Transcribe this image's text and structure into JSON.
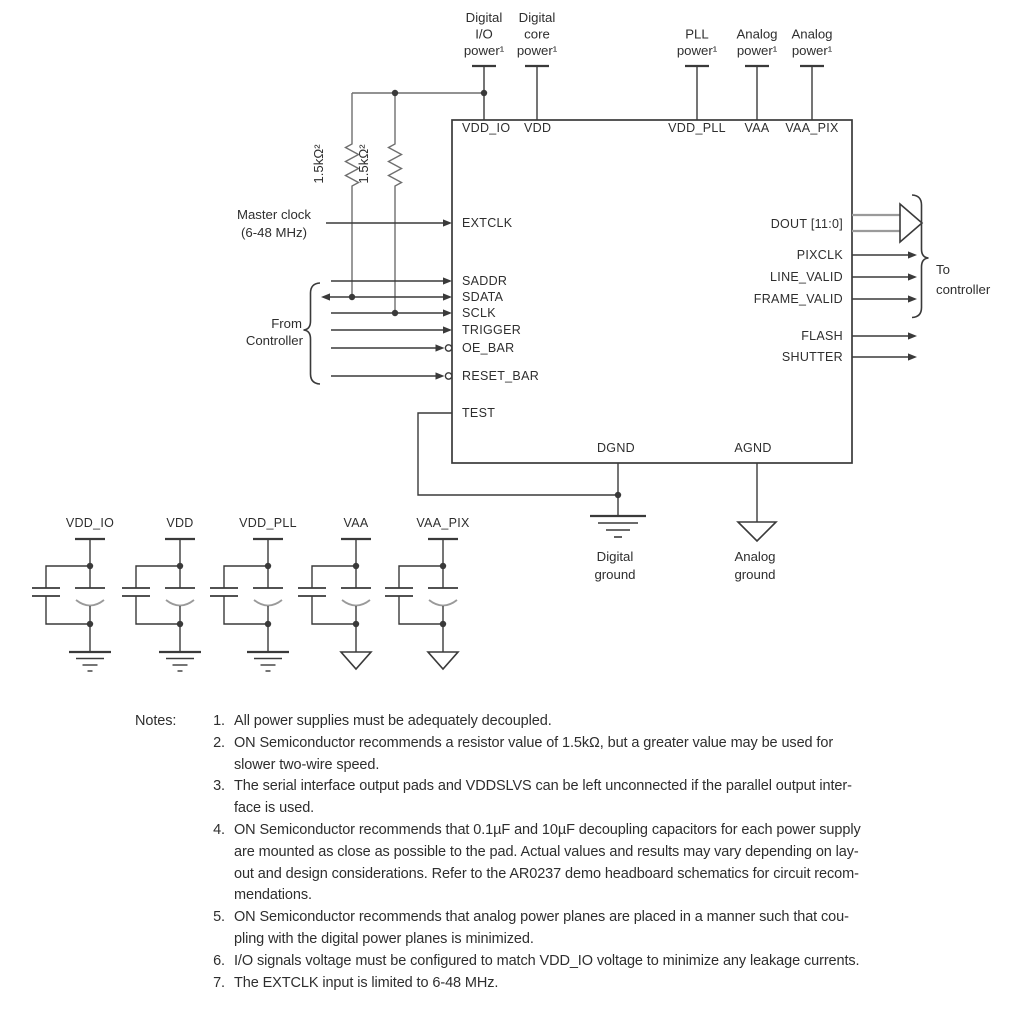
{
  "diagram": {
    "power_labels": [
      [
        "Digital",
        "I/O",
        "power¹"
      ],
      [
        "Digital",
        "core",
        "power¹"
      ],
      [
        "PLL",
        "power¹"
      ],
      [
        "Analog",
        "power¹"
      ],
      [
        "Analog",
        "power¹"
      ]
    ],
    "chip": {
      "top_pins": [
        "VDD_IO",
        "VDD",
        "VDD_PLL",
        "VAA",
        "VAA_PIX"
      ],
      "left_pins": [
        "EXTCLK",
        "SADDR",
        "SDATA",
        "SCLK",
        "TRIGGER",
        "OE_BAR",
        "RESET_BAR",
        "TEST"
      ],
      "right_pins": [
        "DOUT [11:0]",
        "PIXCLK",
        "LINE_VALID",
        "FRAME_VALID",
        "FLASH",
        "SHUTTER"
      ],
      "bottom_pins": [
        "DGND",
        "AGND"
      ]
    },
    "resistors": [
      "1.5kΩ²",
      "1.5kΩ²"
    ],
    "labels": {
      "master_clock": [
        "Master clock",
        "(6-48 MHz)"
      ],
      "from_controller": [
        "From",
        "Controller"
      ],
      "to_controller": [
        "To",
        "controller"
      ],
      "digital_ground": [
        "Digital",
        "ground"
      ],
      "analog_ground": [
        "Analog",
        "ground"
      ]
    },
    "decoupling_rails": [
      "VDD_IO",
      "VDD",
      "VDD_PLL",
      "VAA",
      "VAA_PIX"
    ]
  },
  "notes": {
    "label": "Notes:",
    "items": [
      {
        "num": "1.",
        "lines": [
          "All power supplies must be adequately decoupled."
        ]
      },
      {
        "num": "2.",
        "lines": [
          "ON Semiconductor recommends a resistor value of 1.5kΩ, but a greater value may be used for",
          "slower two-wire speed."
        ]
      },
      {
        "num": "3.",
        "lines": [
          "The serial interface output pads and VDDSLVS can be left unconnected if the parallel output inter-",
          "face is used."
        ]
      },
      {
        "num": "4.",
        "lines": [
          "ON Semiconductor recommends that 0.1µF and 10µF decoupling capacitors for each power supply",
          "are mounted as close as possible to the pad. Actual values and results may vary depending on lay-",
          "out and design considerations. Refer to the AR0237 demo headboard schematics for circuit recom-",
          "mendations."
        ]
      },
      {
        "num": "5.",
        "lines": [
          "ON Semiconductor recommends that analog power planes are placed in a manner such that cou-",
          "pling with the digital power planes is minimized."
        ]
      },
      {
        "num": "6.",
        "lines": [
          "I/O signals voltage must be configured to match VDD_IO voltage to minimize any leakage currents."
        ]
      },
      {
        "num": "7.",
        "lines": [
          "The EXTCLK input is limited to 6-48 MHz."
        ]
      }
    ]
  },
  "colors": {
    "wire": "#3a3a3a",
    "wire_gray": "#6f6f6f",
    "bus_gray": "#9a9a9a",
    "text": "#2e2e2e",
    "background": "#ffffff"
  }
}
